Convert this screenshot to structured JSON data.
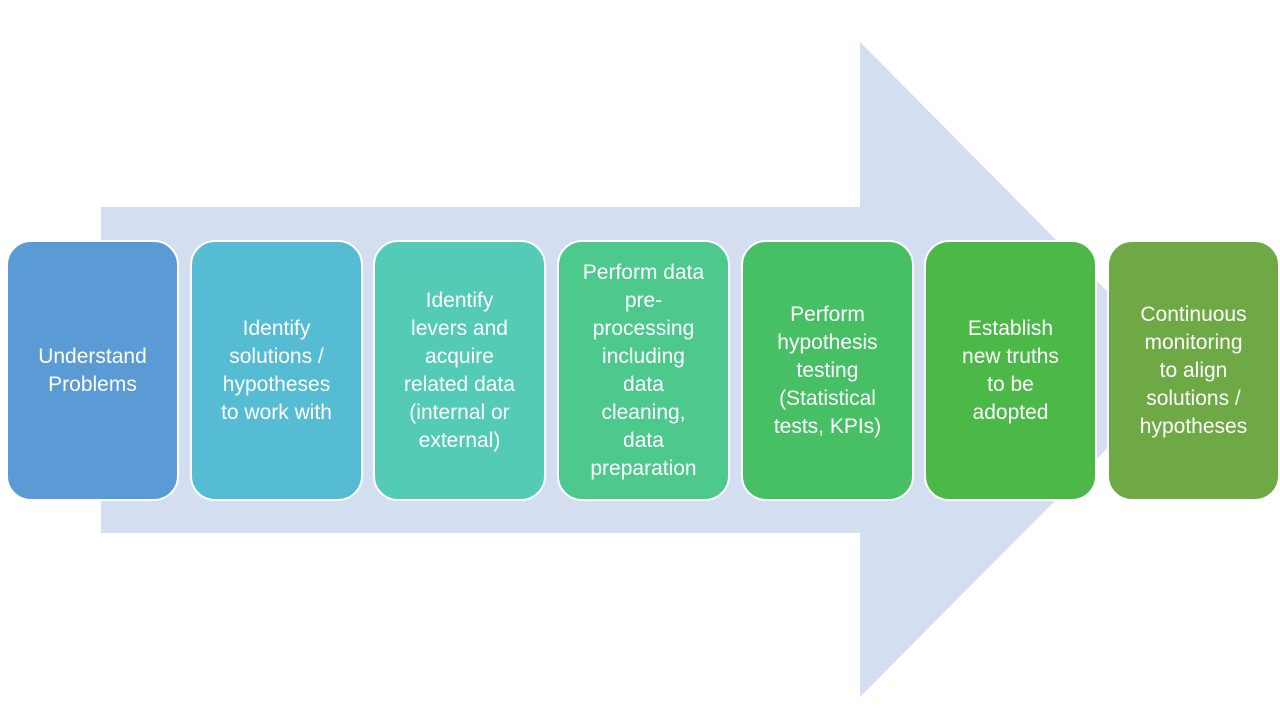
{
  "colors": {
    "arrow": "#d3def0",
    "text": "#ffffff"
  },
  "steps": [
    {
      "label": "Understand\nProblems",
      "color": "#5b9bd5"
    },
    {
      "label": "Identify\nsolutions /\nhypotheses\nto work with",
      "color": "#56bcd3"
    },
    {
      "label": "Identify\nlevers and\nacquire\nrelated data\n(internal or\nexternal)",
      "color": "#54cbb6"
    },
    {
      "label": "Perform data\npre-\nprocessing\nincluding\ndata\ncleaning,\ndata\npreparation",
      "color": "#4ec98e"
    },
    {
      "label": "Perform\nhypothesis\ntesting\n(Statistical\ntests, KPIs)",
      "color": "#47c065"
    },
    {
      "label": "Establish\nnew truths\nto be\nadopted",
      "color": "#4cb848"
    },
    {
      "label": "Continuous\nmonitoring\nto align\nsolutions /\nhypotheses",
      "color": "#6ea946"
    }
  ]
}
